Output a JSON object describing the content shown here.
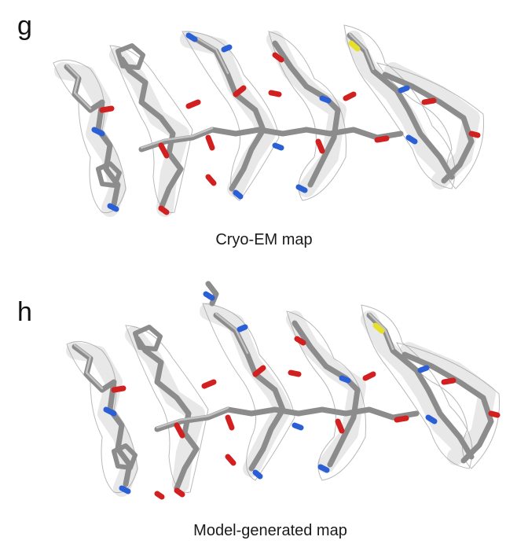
{
  "panels": [
    {
      "letter": "g",
      "caption": "Cryo-EM map"
    },
    {
      "letter": "h",
      "caption": "Model-generated map"
    }
  ],
  "colors": {
    "density": "#c8c8c8",
    "carbon": "#8a8a8a",
    "oxygen": "#d21f1f",
    "nitrogen": "#2b5fd6",
    "sulfur": "#e6e02a"
  }
}
